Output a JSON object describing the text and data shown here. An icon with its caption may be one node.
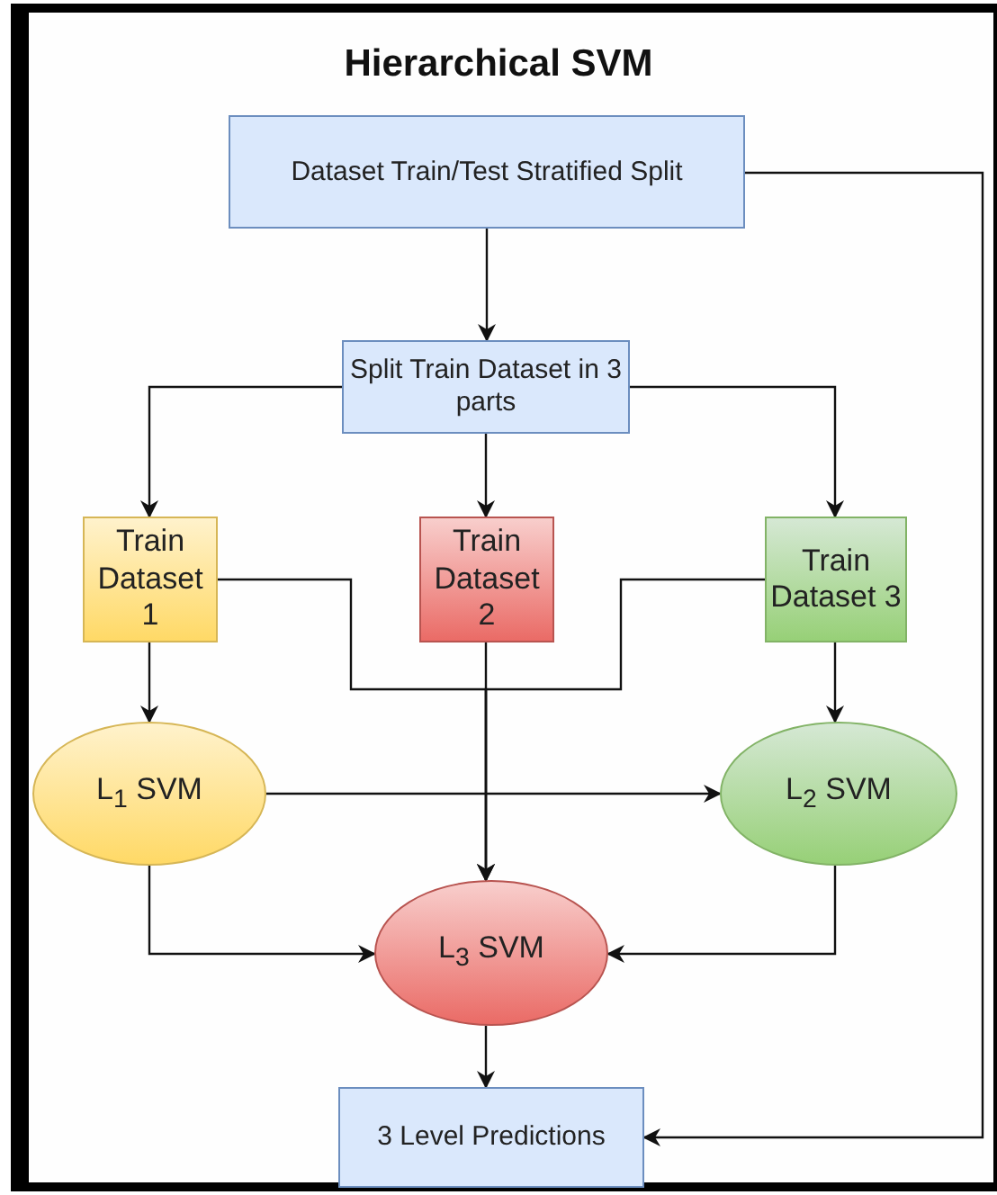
{
  "diagram": {
    "title": "Hierarchical SVM",
    "nodes": [
      {
        "text": [
          "Dataset Train/Test Stratified Split"
        ]
      },
      {
        "text": [
          "Split Train Dataset in 3 parts"
        ]
      },
      {
        "text": [
          "Train Dataset 1"
        ]
      },
      {
        "text": [
          "Train Dataset 2"
        ]
      },
      {
        "text": [
          "Train Dataset 3"
        ]
      },
      {
        "text": [
          "L$_{1}$ SVM"
        ]
      },
      {
        "text": [
          "L$_{2}$ SVM"
        ]
      },
      {
        "text": [
          "L$_{3}$ SVM"
        ]
      },
      {
        "text": [
          "3 Level Predictions"
        ]
      }
    ],
    "edges": [
      {
        "from": 0,
        "to": 1,
        "arrow": "to"
      },
      {
        "from": 1,
        "to": 2,
        "arrow": "to"
      },
      {
        "from": 1,
        "to": 3,
        "arrow": "to"
      },
      {
        "from": 1,
        "to": 4,
        "arrow": "to"
      },
      {
        "from": 2,
        "to": 5,
        "arrow": "to"
      },
      {
        "from": 4,
        "to": 6,
        "arrow": "to"
      },
      {
        "from": 2,
        "to": 7,
        "arrow": "to"
      },
      {
        "from": 3,
        "to": 7,
        "arrow": "to"
      },
      {
        "from": 4,
        "to": 7,
        "arrow": "to"
      },
      {
        "from": 5,
        "to": 6,
        "arrow": "to"
      },
      {
        "from": 5,
        "to": 7,
        "arrow": "to"
      },
      {
        "from": 6,
        "to": 7,
        "arrow": "to"
      },
      {
        "from": 7,
        "to": 8,
        "arrow": "to"
      },
      {
        "from": 0,
        "to": 8,
        "arrow": "to"
      }
    ]
  }
}
